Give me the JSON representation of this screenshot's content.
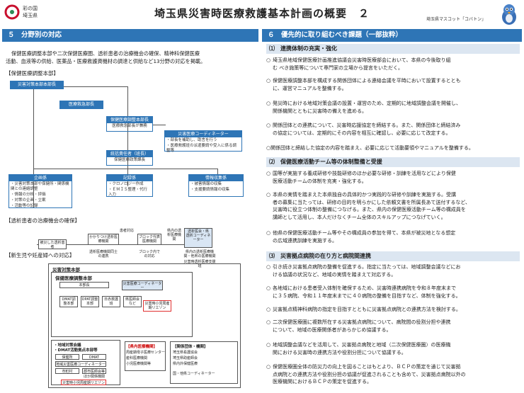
{
  "header": {
    "logo_line1": "彩の国",
    "logo_line2": "埼玉県",
    "title": "埼玉県災害時医療救護基本計画の概要　２",
    "mascot_label": "埼玉県マスコット「コバトン」"
  },
  "left": {
    "heading": "５　分野別の対応",
    "intro_lines": [
      "保健医療調整本部や二次保健医療圏、透析患者の治療機会の確保、精神科保健医療",
      "活動、血液等の供給、医薬品・医療救護資機材の調達と供給など13分野の対応を掲載。"
    ],
    "label1": "【保健医療調整本部】",
    "label2": "【透析患者の治療機会の確保】",
    "label3": "【新生児や妊産婦への対応】",
    "hq": {
      "disaster_hq": "災害対策本部本部長",
      "medical_team": "医療救急部長",
      "coord_hq": "保健医療調整本部長",
      "coord_hq_sub": "医療救急部長が兼務",
      "coordinator": "災害医療コーディネーター",
      "coordinator_lines": [
        "・部長を補助し、助言を行う",
        "・医療救護班の派遣要請や受入に係る調整等"
      ],
      "manager": "統括責任者（班長）",
      "manager_sub": "保健医療政策課長",
      "planning": "企画係",
      "planning_lines": [
        "・災害対策本部や保健所・関係機関との連絡調整",
        "・情報の分析・評価",
        "・対策の企画・立案",
        "・活動等の記録"
      ],
      "records": "記録係",
      "records_lines": [
        "・クロノロジー作成",
        "・ＥＭＩＳ整理・代行入力"
      ],
      "info": "情報収集係",
      "info_lines": [
        "・被害情報の収集",
        "・支援要請情報の収集"
      ]
    },
    "dialysis": {
      "c1": "被災した透析患者",
      "c2": "かかりつけ透析医療機関",
      "c3": "患者対応",
      "c3b": "透析医療機関同士の連携",
      "c4": "ブロック代表医療機関",
      "c4b": "ブロック内での対応",
      "c5": "県内の透析医療機関",
      "c6": "透析医会・県",
      "c6b": "透析コーディネーター",
      "c7": "県内の透析医療機関・他県の医療機関",
      "c7b": "災害時透析医療支援班"
    },
    "neonatal": {
      "frame_title": "災害対策本部",
      "coord": "保健医療調整本部",
      "chief": "本部長",
      "coordinator": "災害医療コーディネーター",
      "dmat": "DMAT調整本部",
      "dpat": "DPAT調整本部",
      "jmat": "日赤救護班",
      "pref": "県医師会など",
      "liaison": "災害時小児周産期リエゾン",
      "local": "・地域対策会議",
      "local2": "・DMAT活動拠点本部等",
      "health": "保健所",
      "dmat2": "DMAT",
      "city": "地域災害医療コーディネーター",
      "municipal": "市町村",
      "med_assoc": "郡市医師会等",
      "etc": "ほか関係機関",
      "liaison2": "災害時小児周産期リエゾン",
      "perinatal_head": "【県内医療機関】",
      "perinatal1": "周産期母子医療センター",
      "perinatal2": "産科医療機関",
      "perinatal3": "小児医療機関等",
      "related_head": "【関係団体・機関】",
      "related1": "埼玉県看護協会",
      "related2": "埼玉県助産師会",
      "related3": "県内外保健医療",
      "related4": "国・他県コーディネーター"
    }
  },
  "right": {
    "heading": "６　優先的に取り組むべき課題（一部抜粋）",
    "sections": [
      {
        "title": "⑴　連携体制の充実・強化",
        "items": [
          {
            "marker": "○",
            "lines": [
              "埼玉県地域保健医療計画推進協議会災害時医療部会において、本県の今後取り組",
              "む べき施策等について専門家の立場から提言をいただく。"
            ]
          },
          {
            "marker": "○",
            "lines": [
              "保健医療調整本部を構成する関係団体による連絡会議を平時において設置するととも",
              "に、運営マニュアルを整備する。"
            ]
          },
          {
            "marker": "○",
            "lines": [
              "発災時における地域対策会議の設置・運営のため、定期的に地域調整会議を開催し、",
              "関係機関とともに災害時の備えを進める。"
            ]
          },
          {
            "marker": "○",
            "lines": [
              "関係団体との連携について、災害時応援協定を締結する。また、関係団体と締結済み",
              "の協定については、定期的にその内容を相互に確認し、必要に応じて改定する。"
            ]
          },
          {
            "marker": "",
            "lines": [
              "○関係団体と締結した協定の内容を踏まえ、必要に応じて活動要領やマニュアルを整備する。"
            ]
          }
        ]
      },
      {
        "title": "⑵　保健医療活動チーム等の体制整備と受援",
        "items": [
          {
            "marker": "○",
            "lines": [
              "国等が実施する養成研修や技能研修のほか必要な研修・訓練を活用などにより保健",
              "医療活動チームの体制を充実・強化する。"
            ]
          },
          {
            "marker": "○",
            "lines": [
              "本県の実情を踏まえた本県独自の具体的かつ実践的な研修や訓練を実施する。受講",
              "者の募集に当たっては、研修の目的を明らかにした依頼文書を所属長あて送付するなど、",
              "災害時に役立つ体制の整備につなげる。また、県内の保健医療活動チーム等の構成員を",
              "講師として活用し、本人だけなくチーム全体のスキルアップにつなげていく。"
            ]
          },
          {
            "marker": "○",
            "lines": [
              "他県の保健医療活動チーム等やその構成員の参加を得て、本県が被災地となる想定",
              "の広域連携訓練を実施する。"
            ]
          }
        ]
      },
      {
        "title": "⑶　災害拠点病院の在り方と病院間連携",
        "items": [
          {
            "marker": "○",
            "lines": [
              "引き続き災害拠点病院の整備を促進する。指定に当たっては、地域調整会議などにお",
              "ける協議の状況など、地域の実情を踏まえて対応する。"
            ]
          },
          {
            "marker": "○",
            "lines": [
              "各地域における患者受入体制を確保するため、災害時連携病院を令和８年度末まで",
              "に３５病院、令和１１年度末までに４０病院の整備を目指すなど、体制を強化する。"
            ]
          },
          {
            "marker": "○",
            "lines": [
              "災害拠点精神科病院の指定を目指すとともに災害拠点病院との連携方法を検討する。"
            ]
          },
          {
            "marker": "○",
            "lines": [
              "二次保健医療圏に複数所在する災害拠点病院について、病院間の役割分担や連携",
              "について、地域の医療関係者があらかじめ協議する。"
            ]
          },
          {
            "marker": "○",
            "lines": [
              "地域調整会議などを活用して、災害拠点病院と地域（二次保健医療圏）の医療機",
              "関における災害時の連携方法や役割分担について協議する。"
            ]
          },
          {
            "marker": "○",
            "lines": [
              "保健医療圏全体の防災力の向上を図ることはもとより、ＢＣＰの策定を通じて災害拠",
              "点病院との連携方法や役割分担の協議が促進されることも含めて、災害拠点病院以外の",
              "医療機関におけるＢＣＰの策定を促進する。"
            ]
          }
        ]
      }
    ]
  }
}
